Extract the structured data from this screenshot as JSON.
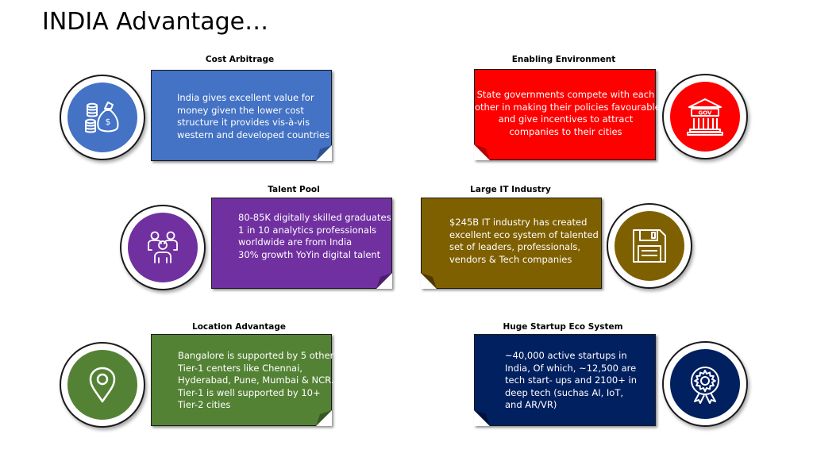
{
  "page": {
    "title": "INDIA Advantage…"
  },
  "sections": {
    "cost": {
      "heading": "Cost Arbitrage",
      "lines": [
        "India gives excellent value for",
        "money given the lower cost",
        "structure it provides vis-à-vis",
        "western and developed countries"
      ],
      "color": "#4472C4",
      "icon": "money-bag-icon"
    },
    "enabling": {
      "heading": "Enabling Environment",
      "lines": [
        "State governments compete with each",
        "other in making their policies favourable",
        "and give  incentives to attract",
        "companies to their cities"
      ],
      "color": "#FF0000",
      "icon": "government-building-icon",
      "icon_text": "GOV"
    },
    "talent": {
      "heading": "Talent Pool",
      "lines": [
        "80-85K digitally skilled graduates",
        "1 in 10 analytics professionals",
        "worldwide are from India",
        "30% growth YoYin digital talent"
      ],
      "color": "#7030A0",
      "icon": "people-group-icon"
    },
    "it": {
      "heading": "Large IT Industry",
      "lines": [
        "$245B IT industry has created",
        "excellent eco system of talented",
        "set of leaders, professionals,",
        "vendors & Tech companies"
      ],
      "color": "#7F6000",
      "icon": "floppy-disk-icon"
    },
    "location": {
      "heading": "Location Advantage",
      "lines": [
        "Bangalore is supported by 5 other",
        "Tier-1 centers like Chennai,",
        "Hyderabad, Pune, Mumbai & NCR.",
        "Tier-1 is well supported by 10+",
        "Tier-2 cities"
      ],
      "color": "#548235",
      "icon": "location-pin-icon"
    },
    "startup": {
      "heading": "Huge Startup Eco System",
      "lines": [
        "~40,000 active startups in",
        "India, Of which, ~12,500 are",
        "tech start- ups and 2100+ in",
        "deep tech (suchas AI, IoT,",
        "and AR/VR)"
      ],
      "color": "#002060",
      "icon": "gear-badge-icon"
    }
  }
}
